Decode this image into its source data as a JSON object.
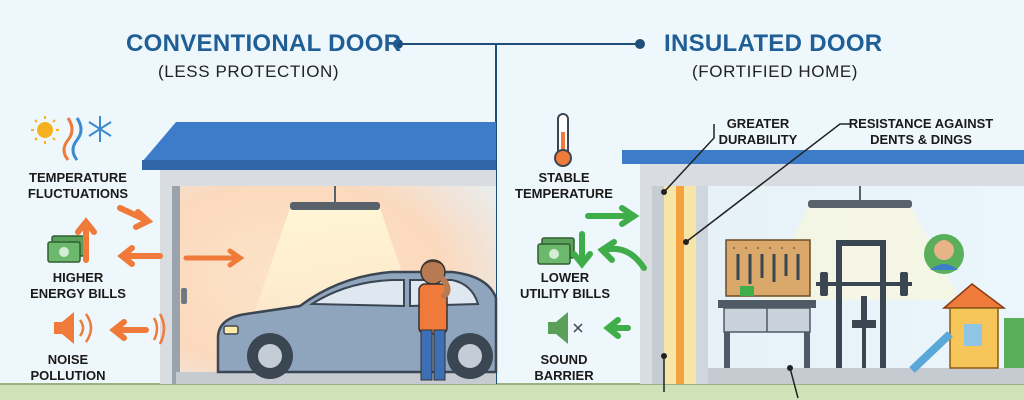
{
  "left": {
    "title": "CONVENTIONAL DOOR",
    "subtitle": "(LESS PROTECTION)",
    "labels": {
      "temp_line1": "TEMPERATURE",
      "temp_line2": "FLUCTUATIONS",
      "energy_line1": "HIGHER",
      "energy_line2": "ENERGY BILLS",
      "noise_line1": "NOISE",
      "noise_line2": "POLLUTION"
    }
  },
  "right": {
    "title": "INSULATED DOOR",
    "subtitle": "(FORTIFIED HOME)",
    "labels": {
      "stable_line1": "STABLE",
      "stable_line2": "TEMPERATURE",
      "utility_line1": "LOWER",
      "utility_line2": "UTILITY BILLS",
      "sound_line1": "SOUND",
      "sound_line2": "BARRIER",
      "durability_line1": "GREATER",
      "durability_line2": "DURABILITY",
      "dents_line1": "RESISTANCE AGAINST",
      "dents_line2": "DENTS & DINGS"
    }
  },
  "colors": {
    "title": "#1f5f96",
    "roof": "#3d7cc9",
    "arrow_bad": "#f07a3a",
    "arrow_good": "#3fae4a",
    "car": "#8fa4bd",
    "warm_glow": "#fbd7b5"
  },
  "icons": [
    "sun-icon",
    "heat-wave-icon",
    "snowflake-icon",
    "money-up-icon",
    "speaker-icon",
    "thermometer-icon",
    "money-down-icon",
    "muted-speaker-icon",
    "car-icon",
    "person-icon",
    "avatar-icon",
    "pegboard-tools-icon",
    "workbench-icon",
    "weight-rack-icon",
    "playhouse-icon"
  ]
}
